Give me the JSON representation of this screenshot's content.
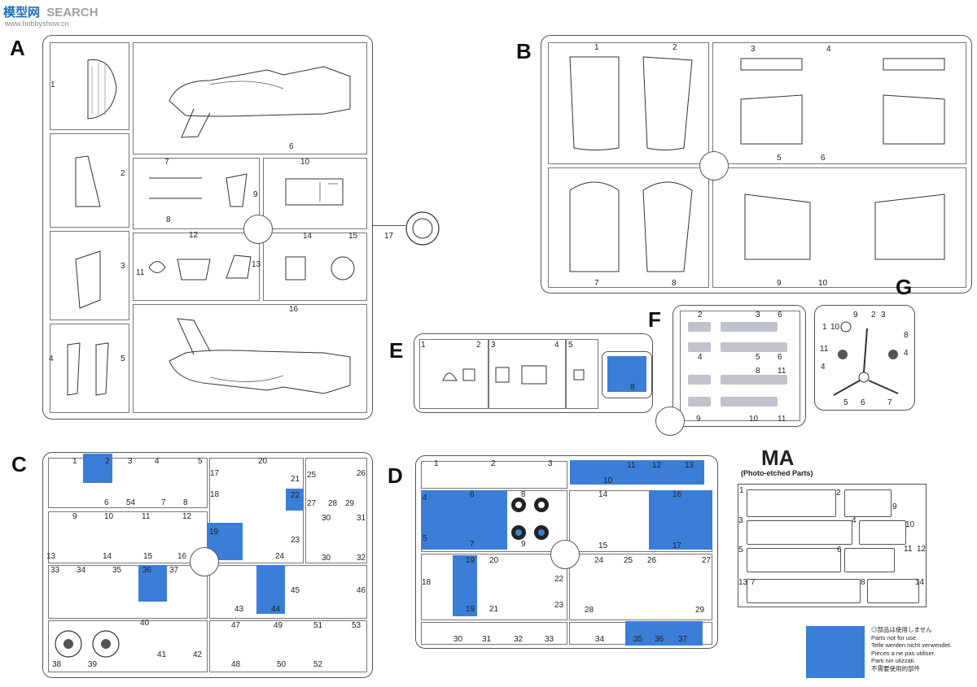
{
  "watermark": {
    "logo_text": "模型网",
    "search_text": "SEARCH",
    "url": "www.hobbyshow.cn"
  },
  "sprues": {
    "A": {
      "letter": "A",
      "parts": [
        "1",
        "2",
        "3",
        "4",
        "5",
        "6",
        "7",
        "8",
        "9",
        "10",
        "11",
        "12",
        "13",
        "14",
        "15",
        "16",
        "17"
      ]
    },
    "B": {
      "letter": "B",
      "parts": [
        "1",
        "2",
        "3",
        "4",
        "5",
        "6",
        "7",
        "8",
        "9",
        "10"
      ]
    },
    "C": {
      "letter": "C",
      "parts": [
        "1",
        "2",
        "3",
        "4",
        "5",
        "6",
        "7",
        "8",
        "9",
        "10",
        "11",
        "12",
        "13",
        "14",
        "15",
        "16",
        "17",
        "18",
        "19",
        "20",
        "21",
        "22",
        "23",
        "24",
        "25",
        "26",
        "27",
        "28",
        "29",
        "30",
        "31",
        "32",
        "33",
        "34",
        "35",
        "36",
        "37",
        "38",
        "39",
        "40",
        "41",
        "42",
        "43",
        "44",
        "45",
        "46",
        "47",
        "48",
        "49",
        "50",
        "51",
        "52",
        "53",
        "54"
      ]
    },
    "D": {
      "letter": "D",
      "parts": [
        "1",
        "2",
        "3",
        "4",
        "5",
        "6",
        "7",
        "8",
        "9",
        "10",
        "11",
        "12",
        "13",
        "14",
        "15",
        "16",
        "17",
        "18",
        "19",
        "20",
        "21",
        "22",
        "23",
        "24",
        "25",
        "26",
        "27",
        "28",
        "29",
        "30",
        "31",
        "32",
        "33",
        "34",
        "35",
        "36",
        "37"
      ]
    },
    "E": {
      "letter": "E",
      "parts": [
        "1",
        "2",
        "3",
        "4",
        "5",
        "8"
      ]
    },
    "F": {
      "letter": "F",
      "parts": [
        "2",
        "3",
        "4",
        "5",
        "6",
        "8",
        "9",
        "10",
        "11"
      ]
    },
    "G": {
      "letter": "G",
      "parts": [
        "1",
        "2",
        "3",
        "4",
        "5",
        "6",
        "7",
        "8",
        "9",
        "10",
        "11"
      ]
    }
  },
  "ma": {
    "title": "MA",
    "subtitle": "(Photo-etched Parts)",
    "parts": [
      "1",
      "2",
      "3",
      "4",
      "5",
      "6",
      "7",
      "8",
      "9",
      "10",
      "11",
      "12",
      "13",
      "14"
    ]
  },
  "legend": {
    "lines": [
      "◎部品は使用しません",
      "Parts not for use.",
      "Telle werden nicht verwendet.",
      "Pieces a ne pas utiliser.",
      "Parti nin ulizzati.",
      "不需要使用的部件"
    ]
  },
  "colors": {
    "unused_highlight": "#3b7ed8",
    "line": "#555555"
  }
}
